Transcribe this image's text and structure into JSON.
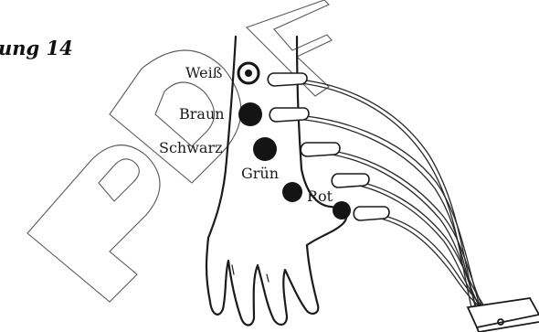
{
  "figure": {
    "title": "ung 14",
    "electrodes": [
      {
        "label": "Weiß",
        "style": "ring"
      },
      {
        "label": "Braun",
        "style": "filled"
      },
      {
        "label": "Schwarz",
        "style": "filled"
      },
      {
        "label": "Grün",
        "style": "filled"
      },
      {
        "label": "Rot",
        "style": "filled"
      }
    ],
    "watermark": "PDF"
  },
  "colors": {
    "outline": "#1b1b1b",
    "electrode_fill": "#141414",
    "watermark_stroke": "#5a5a5a"
  }
}
